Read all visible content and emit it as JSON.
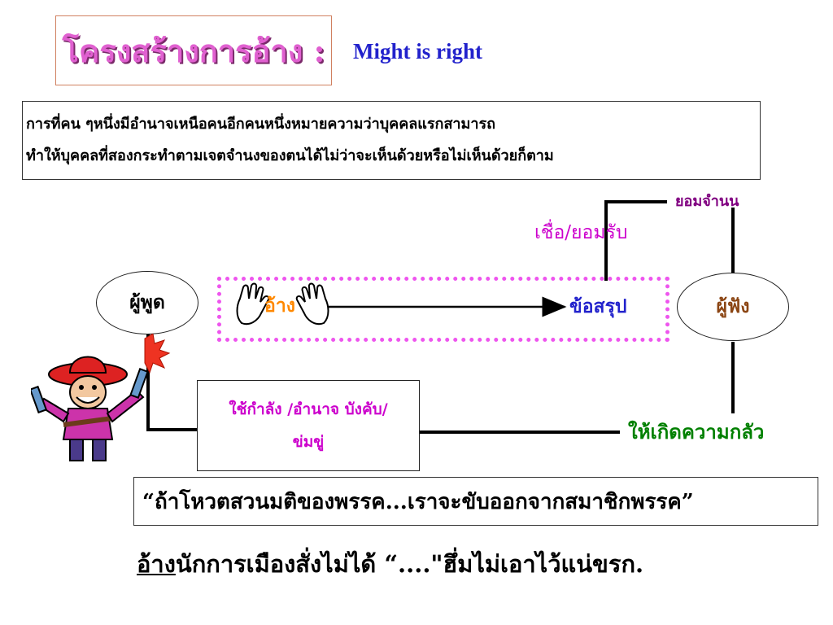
{
  "title": {
    "main": "โครงสร้างการอ้าง :",
    "subtitle": "Might  is  right"
  },
  "definition": {
    "line1": "การที่คน ๆหนึ่งมีอำนาจเหนือคนอีกคนหนึ่งหมายความว่าบุคคลแรกสามารถ",
    "line2": "ทำให้บุคคลที่สองกระทำตามเจตจำนงของตนได้ไม่ว่าจะเห็นด้วยหรือไม่เห็นด้วยก็ตาม"
  },
  "diagram": {
    "speaker": "ผู้พูด",
    "listener": "ผู้ฟัง",
    "claim": "อ้าง",
    "conclusion": "ข้อสรุป",
    "believe": "เชื่อ/ยอมรับ",
    "submit": "ยอมจำนน",
    "force_line1": "ใช้กำลัง /อำนาจ บังคับ/",
    "force_line2": "ข่มขู่",
    "fear": "ให้เกิดความกลัว"
  },
  "colors": {
    "title": "#e060d0",
    "subtitle": "#2222cc",
    "claim": "#ff8800",
    "conclusion": "#2222cc",
    "believe": "#cc00cc",
    "submit": "#800080",
    "listener": "#8b4513",
    "force": "#cc00cc",
    "fear": "#008000",
    "dotted_border": "#ee55ee"
  },
  "quote": "“ถ้าโหวตสวนมติของพรรค...เราจะขับออกจากสมาชิกพรรค”",
  "example": {
    "underlined": "อ้าง",
    "rest": "นักการเมืองสั่งไม่ได้ “....\"ฮึ่มไม่เอาไว้แน่ขรก."
  },
  "icons": [
    "hand-gesture-icon",
    "cowboy-bandit-icon"
  ]
}
